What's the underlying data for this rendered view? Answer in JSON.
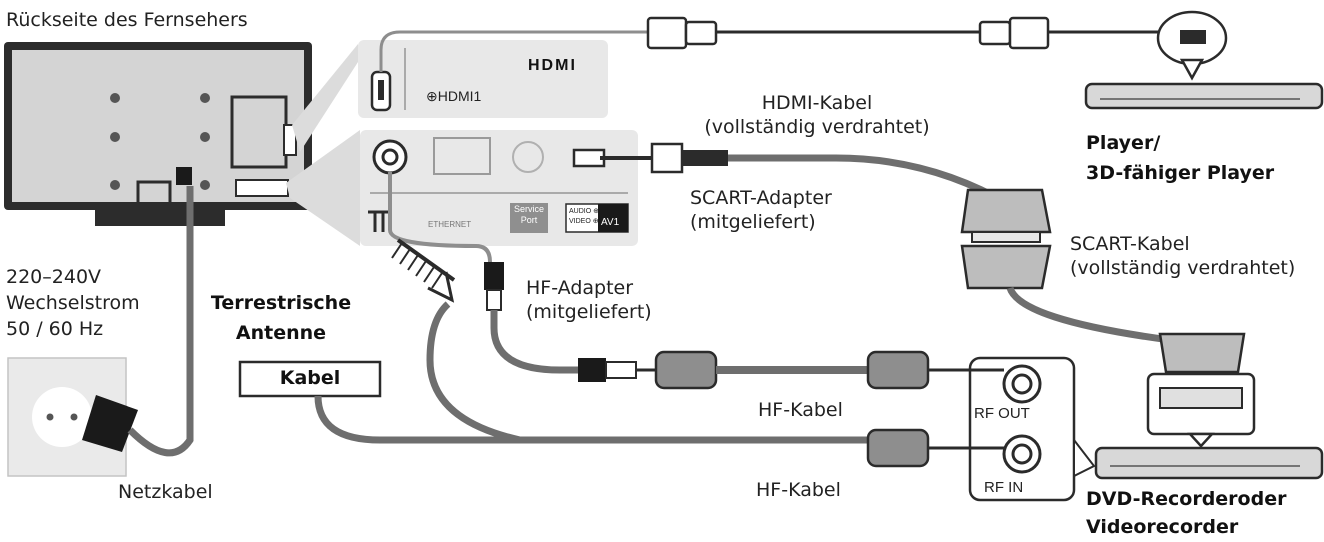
{
  "labels": {
    "tv_back": "Rückseite des Fernsehers",
    "hdmi_logo": "HDMI",
    "hdmi1": "⊕HDMI1",
    "ethernet": "ETHERNET",
    "service_port_1": "Service",
    "service_port_2": "Port",
    "av1_a": "AUDIO ⊕",
    "av1_b": "VIDEO ⊕",
    "av1": "AV1",
    "hdmi_cable_1": "HDMI-Kabel",
    "hdmi_cable_2": "(vollständig verdrahtet)",
    "player_1": "Player/",
    "player_2": "3D-fähiger Player",
    "scart_adapter_1": "SCART-Adapter",
    "scart_adapter_2": "(mitgeliefert)",
    "scart_cable_1": "SCART-Kabel",
    "scart_cable_2": "(vollständig verdrahtet)",
    "power_1": "220–240V",
    "power_2": "Wechselstrom",
    "power_3": "50 / 60 Hz",
    "antenna_1": "Terrestrische",
    "antenna_2": "Antenne",
    "kabel": "Kabel",
    "hf_adapter_1": "HF-Adapter",
    "hf_adapter_2": "(mitgeliefert)",
    "hf_cable_top": "HF-Kabel",
    "hf_cable_bottom": "HF-Kabel",
    "rf_out": "RF OUT",
    "rf_in": "RF IN",
    "netzkabel": "Netzkabel",
    "recorder_1": "DVD-Recorderoder",
    "recorder_2": "Videorecorder"
  },
  "colors": {
    "cable": "#8e8e8e",
    "cable_outline": "#2b2b2b",
    "panel": "#e8e8e8",
    "tv_body": "#d4d4d4",
    "tv_frame": "#2c2c2c",
    "device": "#d8d8d8"
  }
}
